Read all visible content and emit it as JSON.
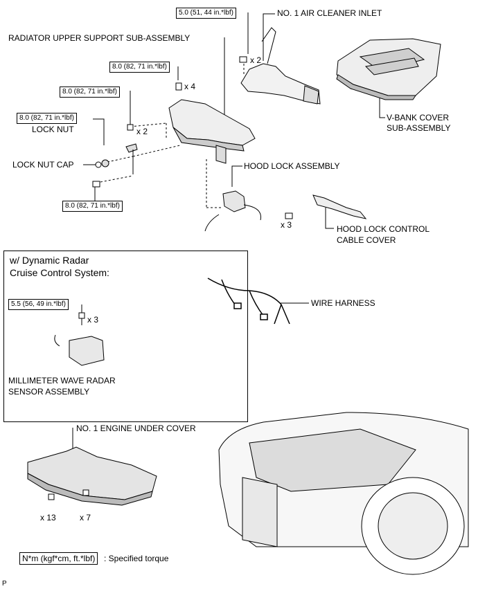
{
  "labels": {
    "air_cleaner_inlet": "NO. 1 AIR CLEANER INLET",
    "radiator_support": "RADIATOR UPPER SUPPORT SUB-ASSEMBLY",
    "vbank_line1": "V-BANK COVER",
    "vbank_line2": "SUB-ASSEMBLY",
    "lock_nut": "LOCK NUT",
    "lock_nut_cap": "LOCK NUT CAP",
    "hood_lock": "HOOD LOCK ASSEMBLY",
    "cable_cover_line1": "HOOD LOCK CONTROL",
    "cable_cover_line2": "CABLE COVER",
    "wire_harness": "WIRE HARNESS",
    "radar_line1": "MILLIMETER WAVE RADAR",
    "radar_line2": "SENSOR ASSEMBLY",
    "under_cover": "NO. 1 ENGINE UNDER COVER"
  },
  "torques": {
    "t1": "5.0 (51, 44 in.*lbf)",
    "t2": "8.0 (82, 71 in.*lbf)",
    "t3": "8.0 (82, 71 in.*lbf)",
    "t4": "8.0 (82, 71 in.*lbf)",
    "t5": "8.0 (82, 71 in.*lbf)",
    "t6": "5.5 (56, 49 in.*lbf)"
  },
  "quantities": {
    "q_inlet": "x 2",
    "q_support_top": "x 4",
    "q_support_mid": "x 2",
    "q_cable_cover": "x 3",
    "q_radar": "x 3",
    "q_under_13": "x 13",
    "q_under_7": "x 7"
  },
  "inset": {
    "title_line1": "w/ Dynamic Radar",
    "title_line2": "Cruise Control System:"
  },
  "legend": {
    "unit": "N*m (kgf*cm, ft.*lbf)",
    "text": ": Specified torque"
  },
  "corner_mark": "P"
}
